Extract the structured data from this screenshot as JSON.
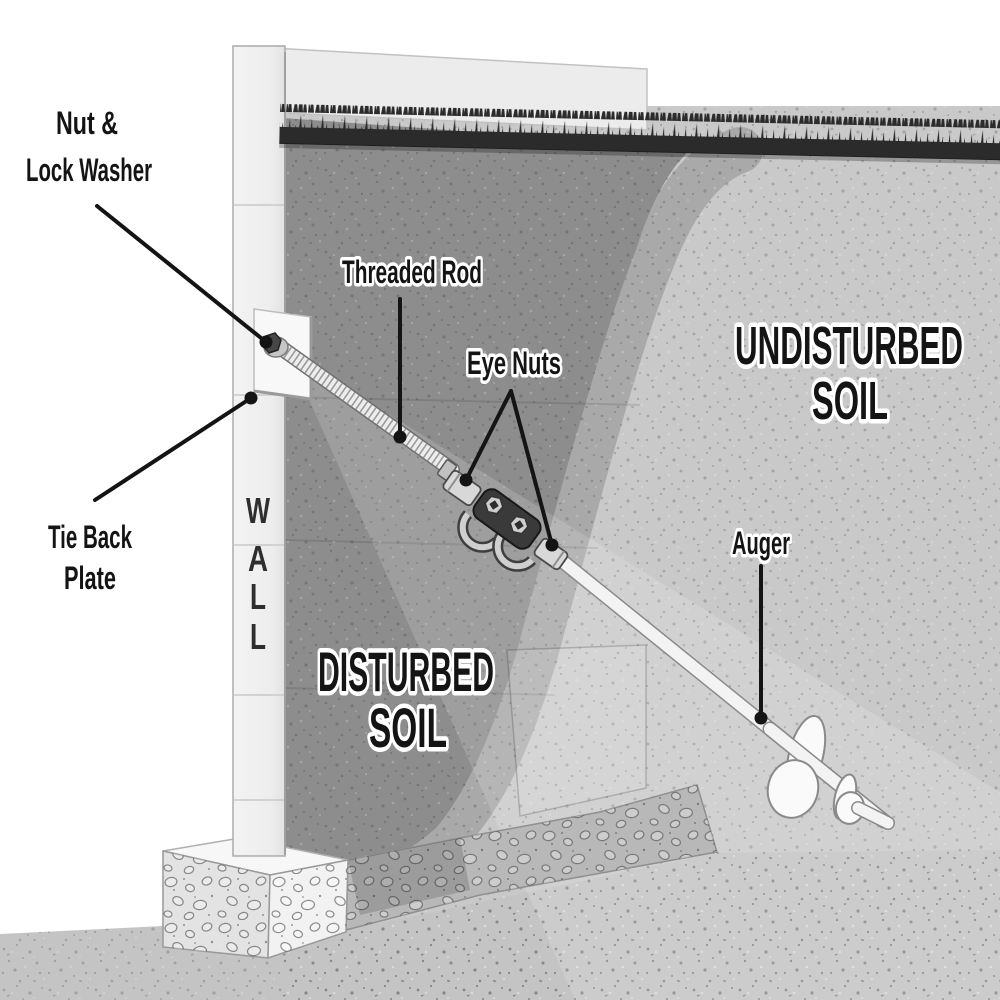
{
  "diagram": {
    "labels": {
      "nut_lock_washer": [
        "Nut &",
        "Lock Washer"
      ],
      "tie_back_plate": [
        "Tie Back",
        "Plate"
      ],
      "threaded_rod": "Threaded Rod",
      "eye_nuts": "Eye Nuts",
      "undisturbed_soil": [
        "UNDISTURBED",
        "SOIL"
      ],
      "disturbed_soil": [
        "DISTURBED",
        "SOIL"
      ],
      "auger": "Auger",
      "wall": [
        "W",
        "A",
        "L",
        "L"
      ]
    },
    "colors": {
      "background": "#ffffff",
      "disturbed_soil": "#8d8d8d",
      "undisturbed_soil": "#c9c9c9",
      "soil_transition": "#a9a9a9",
      "grass": "#2b2b2b",
      "wall_face": "#f0f0f0",
      "wall_top_band": "#ececec",
      "footing_concrete": "#e3e3e3",
      "footing_strip": "#b8b8b8",
      "foreground_ground": "#c4c4c4",
      "rod": "#f3f3f3",
      "coupler_plate": "#3a3a3a",
      "label_text": "#141414",
      "leader_line": "#141414"
    }
  }
}
